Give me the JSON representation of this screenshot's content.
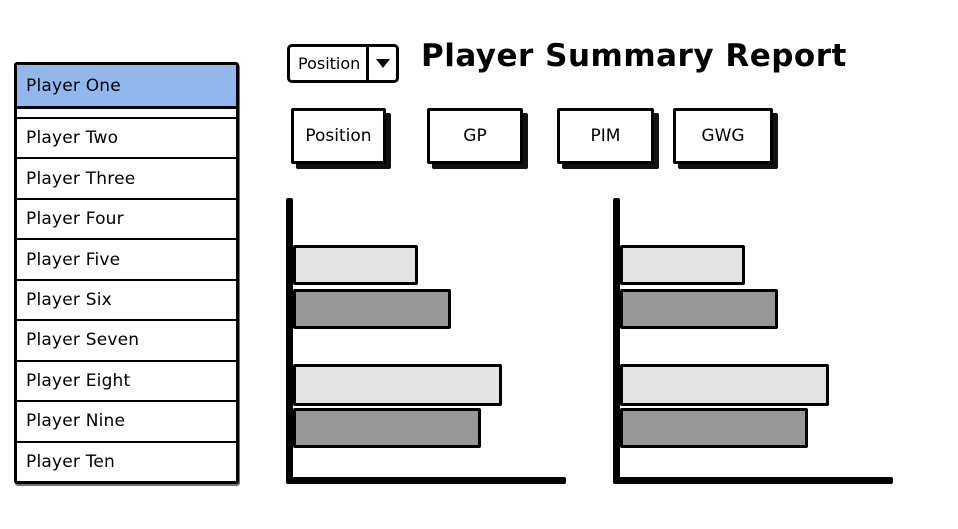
{
  "header": {
    "title": "Player Summary Report"
  },
  "dropdown": {
    "value": "Position",
    "icon": "chevron-down-icon"
  },
  "player_list": {
    "selected_index": 0,
    "items": [
      "Player One",
      "Player Two",
      "Player Three",
      "Player Four",
      "Player Five",
      "Player Six",
      "Player Seven",
      "Player Eight",
      "Player Nine",
      "Player Ten"
    ]
  },
  "stat_buttons": {
    "position": "Position",
    "gp": "GP",
    "pim": "PIM",
    "gwg": "GWG"
  },
  "colors": {
    "selection_blue": "#90B8EC",
    "bar_light": "#E3E3E3",
    "bar_dark": "#979797",
    "axis_black": "#000000"
  },
  "chart_data": [
    {
      "type": "bar",
      "orientation": "horizontal",
      "title": "",
      "xlabel": "",
      "ylabel": "",
      "axis_tick_labels": [],
      "legend": [],
      "grid": false,
      "xlim_percent": [
        0,
        100
      ],
      "values": [
        46,
        58,
        77,
        69
      ],
      "bar_colors": [
        "#E3E3E3",
        "#979797",
        "#E3E3E3",
        "#979797"
      ],
      "note": "wireframe chart, no numeric labels shown; values are percent of axis length"
    },
    {
      "type": "bar",
      "orientation": "horizontal",
      "title": "",
      "xlabel": "",
      "ylabel": "",
      "axis_tick_labels": [],
      "legend": [],
      "grid": false,
      "xlim_percent": [
        0,
        100
      ],
      "values": [
        46,
        58,
        77,
        69
      ],
      "bar_colors": [
        "#E3E3E3",
        "#979797",
        "#E3E3E3",
        "#979797"
      ],
      "note": "wireframe chart, no numeric labels shown; values are percent of axis length"
    }
  ]
}
